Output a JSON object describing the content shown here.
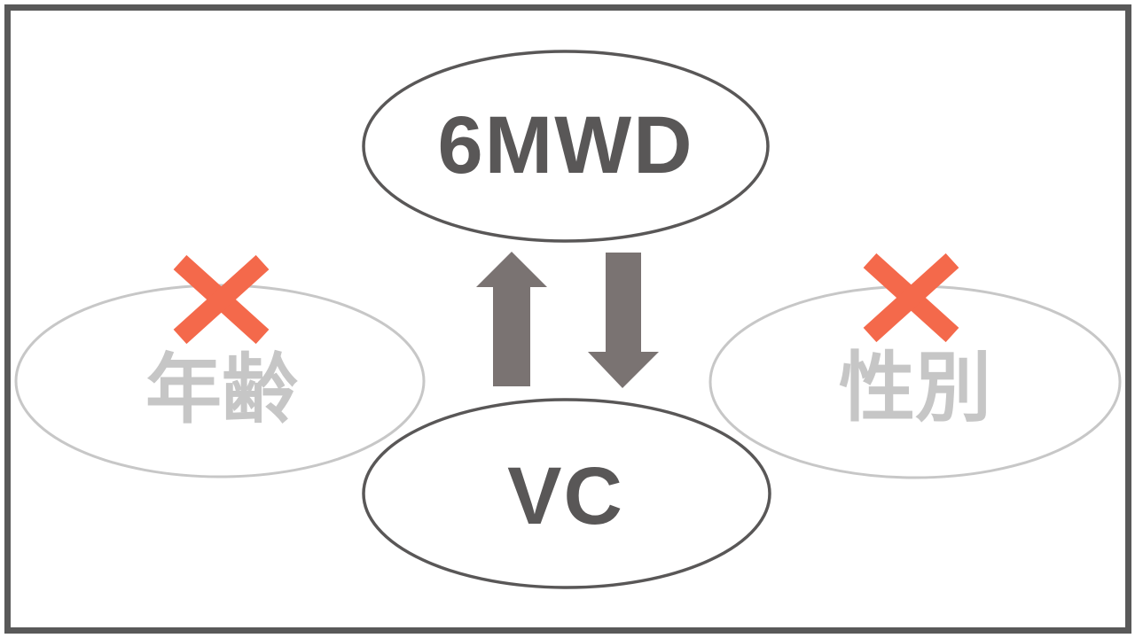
{
  "diagram": {
    "nodes": {
      "top": {
        "label": "6MWD",
        "style": "dark",
        "crossed_out": false
      },
      "bottom": {
        "label": "VC",
        "style": "dark",
        "crossed_out": false
      },
      "left": {
        "label": "年齢",
        "style": "light",
        "crossed_out": true
      },
      "right": {
        "label": "性別",
        "style": "light",
        "crossed_out": true
      }
    },
    "arrows": [
      {
        "name": "arrow-up",
        "direction": "up",
        "between": [
          "VC",
          "6MWD"
        ]
      },
      {
        "name": "arrow-down",
        "direction": "down",
        "between": [
          "6MWD",
          "VC"
        ]
      }
    ],
    "colors": {
      "frame": "#595959",
      "dark_stroke": "#595757",
      "dark_text": "#595757",
      "light_stroke": "#c7c7c7",
      "light_text": "#c6c6c6",
      "arrow": "#7a7372",
      "cross": "#f4694b",
      "background": "#ffffff"
    }
  }
}
